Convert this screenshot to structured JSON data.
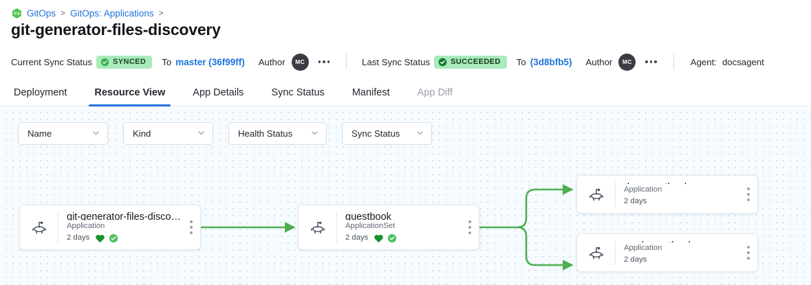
{
  "breadcrumb": {
    "logo_icon": "gitops-hexagon-logo",
    "items": [
      {
        "label": "GitOps",
        "sep": ">"
      },
      {
        "label": "GitOps: Applications",
        "sep": ">"
      }
    ]
  },
  "page_title": "git-generator-files-discovery",
  "status_bar": {
    "current": {
      "label": "Current Sync Status",
      "badge_text": "SYNCED",
      "badge_icon": "check-circle-icon",
      "to_label": "To",
      "revision": "master (36f99ff)",
      "author_label": "Author",
      "avatar_initials": "MC",
      "kebab_icon": "more-horizontal-icon"
    },
    "last": {
      "label": "Last Sync Status",
      "badge_text": "SUCCEEDED",
      "badge_icon": "check-circle-filled-icon",
      "to_label": "To",
      "revision": "(3d8bfb5)",
      "author_label": "Author",
      "avatar_initials": "MC",
      "kebab_icon": "more-horizontal-icon"
    },
    "agent_label": "Agent:",
    "agent_value": "docsagent"
  },
  "tabs": [
    {
      "label": "Deployment",
      "active": false,
      "disabled": false
    },
    {
      "label": "Resource View",
      "active": true,
      "disabled": false
    },
    {
      "label": "App Details",
      "active": false,
      "disabled": false
    },
    {
      "label": "Sync Status",
      "active": false,
      "disabled": false
    },
    {
      "label": "Manifest",
      "active": false,
      "disabled": false
    },
    {
      "label": "App Diff",
      "active": false,
      "disabled": true
    }
  ],
  "filters": [
    {
      "label": "Name",
      "icon": "chevron-down-icon"
    },
    {
      "label": "Kind",
      "icon": "chevron-down-icon"
    },
    {
      "label": "Health Status",
      "icon": "chevron-down-icon"
    },
    {
      "label": "Sync Status",
      "icon": "chevron-down-icon"
    }
  ],
  "graph": {
    "edge_color": "#4caf50",
    "nodes": [
      {
        "id": "root",
        "title": "git-generator-files-disco…",
        "kind": "Application",
        "age": "2 days",
        "icon": "argo-squid-icon",
        "health_icon": "heart-icon",
        "sync_icon": "check-circle-icon",
        "has_status": true,
        "kebab_icon": "more-vertical-icon"
      },
      {
        "id": "appset",
        "title": "guestbook",
        "kind": "ApplicationSet",
        "age": "2 days",
        "icon": "argo-squid-icon",
        "health_icon": "heart-icon",
        "sync_icon": "check-circle-icon",
        "has_status": true,
        "kebab_icon": "more-vertical-icon"
      },
      {
        "id": "dev",
        "title": "dev-guestbook",
        "kind": "Application",
        "age": "2 days",
        "icon": "argo-squid-icon",
        "has_status": false,
        "kebab_icon": "more-vertical-icon"
      },
      {
        "id": "prod",
        "title": "prod-guestbook",
        "kind": "Application",
        "age": "2 days",
        "icon": "argo-squid-icon",
        "has_status": false,
        "kebab_icon": "more-vertical-icon"
      }
    ]
  },
  "colors": {
    "accent_blue": "#1f73d9",
    "badge_green_bg": "#a8eaba",
    "edge_green": "#4caf50",
    "health_green": "#18922f",
    "canvas_bg": "#f5fbfe"
  }
}
